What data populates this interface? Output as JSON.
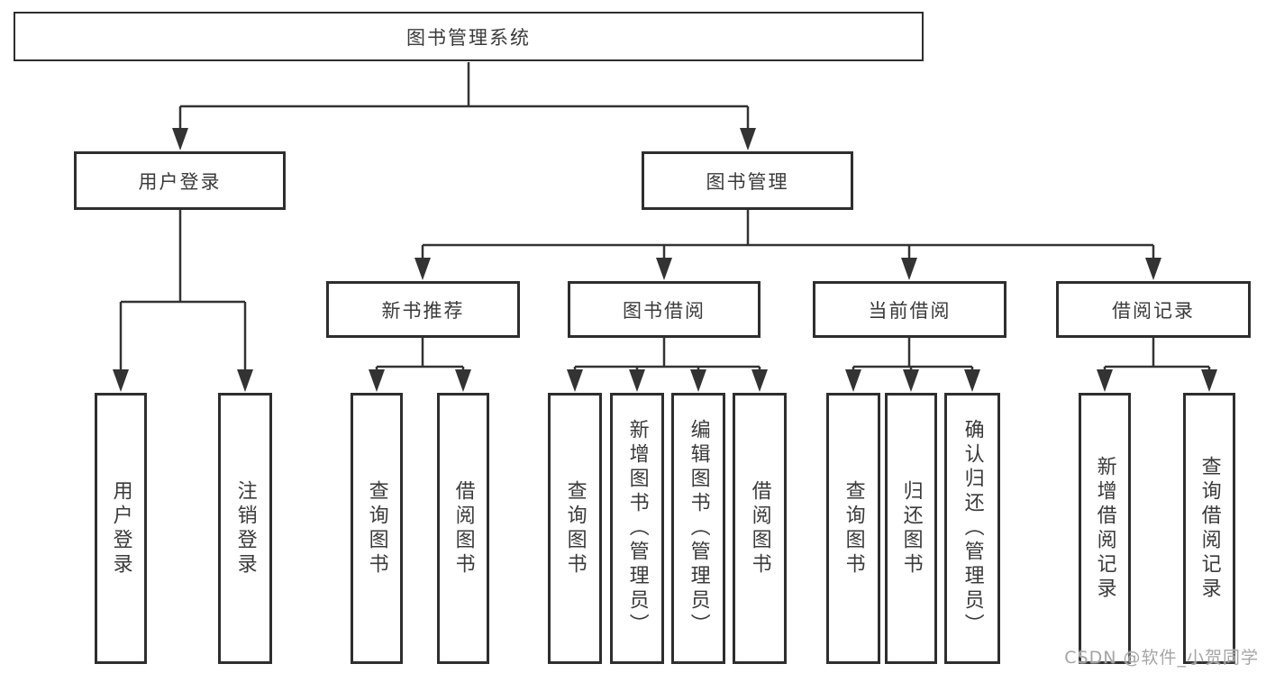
{
  "diagram": {
    "title": "图书管理系统",
    "colors": {
      "line": "#333333",
      "border": "#2e2e2e",
      "text": "#3a3a3a",
      "watermark": "#a5a5a5",
      "background": "#ffffff"
    },
    "nodes": {
      "root": "图书管理系统",
      "user_login": "用户登录",
      "book_mgmt": "图书管理",
      "new_book": "新书推荐",
      "book_borrow": "图书借阅",
      "current_borrow": "当前借阅",
      "borrow_record": "借阅记录",
      "leaves": [
        "用户登录",
        "注销登录",
        "查询图书",
        "借阅图书",
        "查询图书",
        "新增图书（管理员）",
        "编辑图书（管理员）",
        "借阅图书",
        "查询图书",
        "归还图书",
        "确认归还（管理员）",
        "新增借阅记录",
        "查询借阅记录"
      ]
    },
    "watermark": "CSDN @软件_小贺同学"
  }
}
